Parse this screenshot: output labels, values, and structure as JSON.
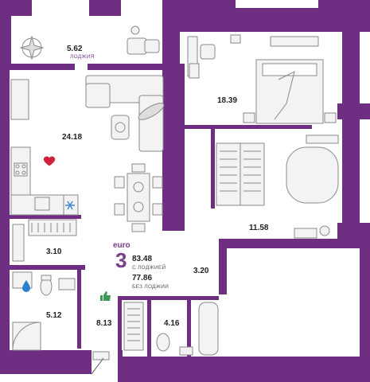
{
  "colors": {
    "wall": "#6e2f83",
    "furniture_stroke": "#8a8a8a",
    "furniture_fill": "#f3f3f3",
    "heart": "#d0213c",
    "water_drop": "#2f7fd1",
    "thumbs_up": "#3e9a52",
    "snowflake": "#3a83d6"
  },
  "rooms": {
    "loggia": {
      "area": "5.62",
      "label": "ЛОДЖИЯ"
    },
    "living_kitchen": {
      "area": "24.18"
    },
    "bedroom_main": {
      "area": "18.39"
    },
    "bedroom_second": {
      "area": "11.58"
    },
    "storage": {
      "area": "3.10"
    },
    "bathroom_small": {
      "area": "5.12"
    },
    "hall": {
      "area": "8.13"
    },
    "corridor": {
      "area": "3.20"
    },
    "bathroom": {
      "area": "4.16"
    }
  },
  "summary": {
    "euro_label": "euro",
    "rooms_count": "3",
    "total_with_loggia": "83.48",
    "with_loggia_label": "С ЛОДЖИЕЙ",
    "total_without_loggia": "77.86",
    "without_loggia_label": "БЕЗ ЛОДЖИИ"
  },
  "icons": [
    "heart-icon",
    "snowflake-icon",
    "water-drop-icon",
    "thumbs-up-icon",
    "entrance-arrow-icon"
  ]
}
